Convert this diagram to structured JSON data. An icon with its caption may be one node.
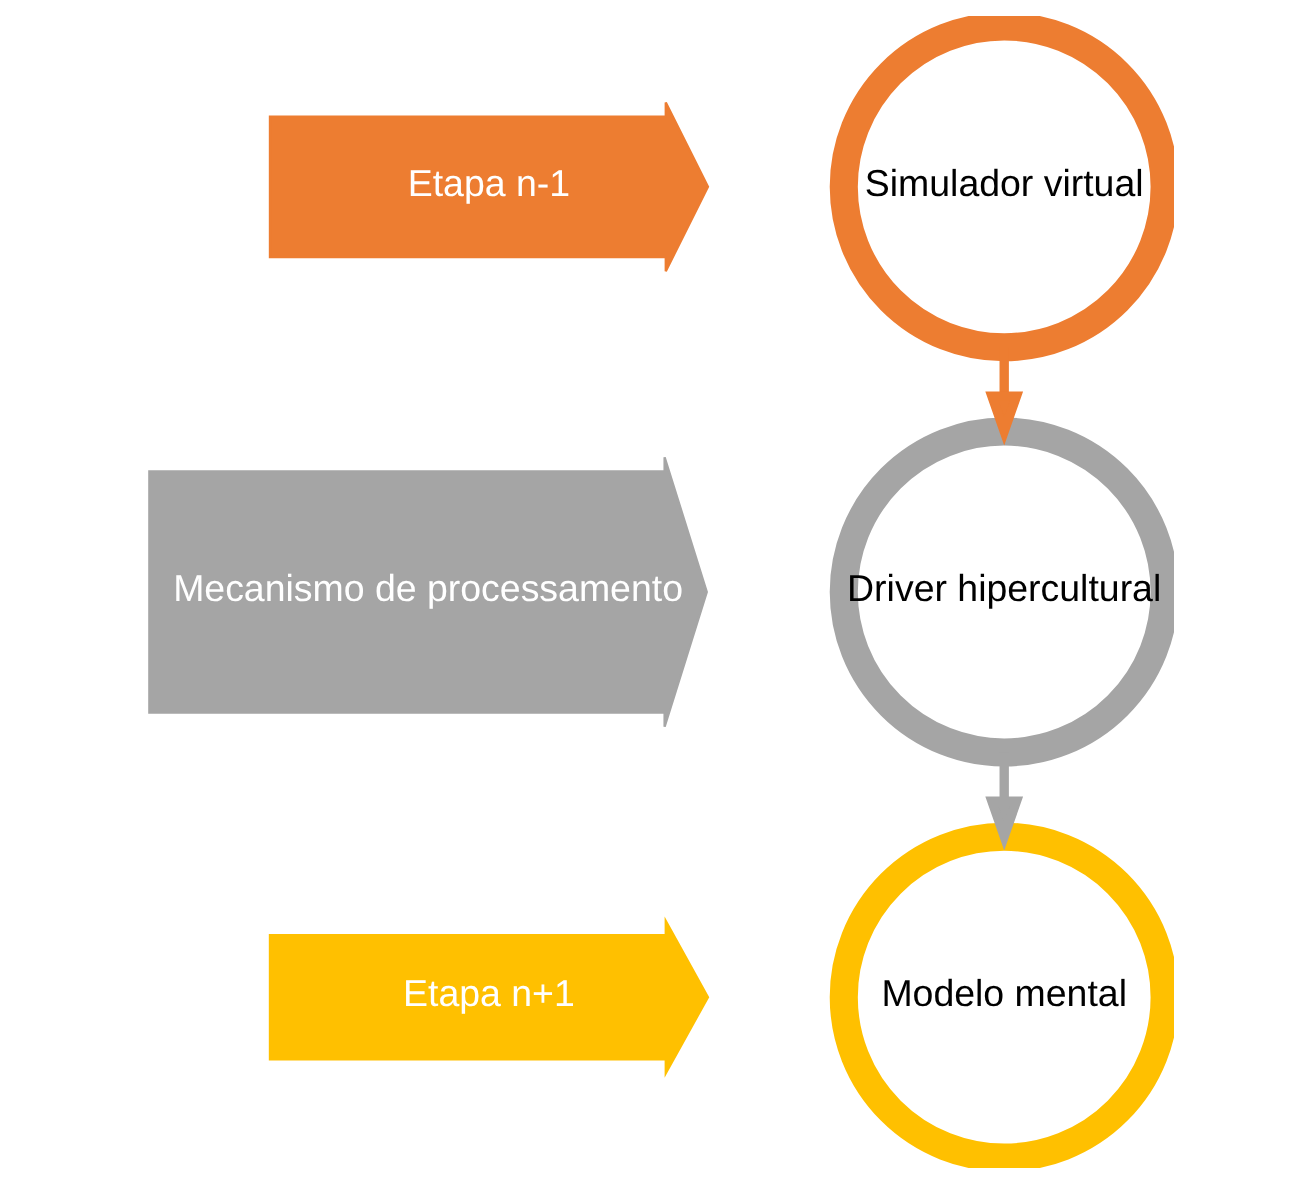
{
  "diagram": {
    "nodes": [
      {
        "text": [
          "Etapa n-1"
        ]
      },
      {
        "text": [
          "Mecanismo de processamento"
        ]
      },
      {
        "text": [
          "Etapa n+1"
        ]
      },
      {
        "text": [
          "Simulador virtual"
        ]
      },
      {
        "text": [
          "Driver hipercultural"
        ]
      },
      {
        "text": [
          "Modelo mental"
        ]
      }
    ],
    "edges": [
      {
        "from": 3,
        "to": 4,
        "arrow": "to",
        "color": "#ed7d31"
      },
      {
        "from": 4,
        "to": 5,
        "arrow": "to",
        "color": "#a5a5a5"
      }
    ]
  }
}
